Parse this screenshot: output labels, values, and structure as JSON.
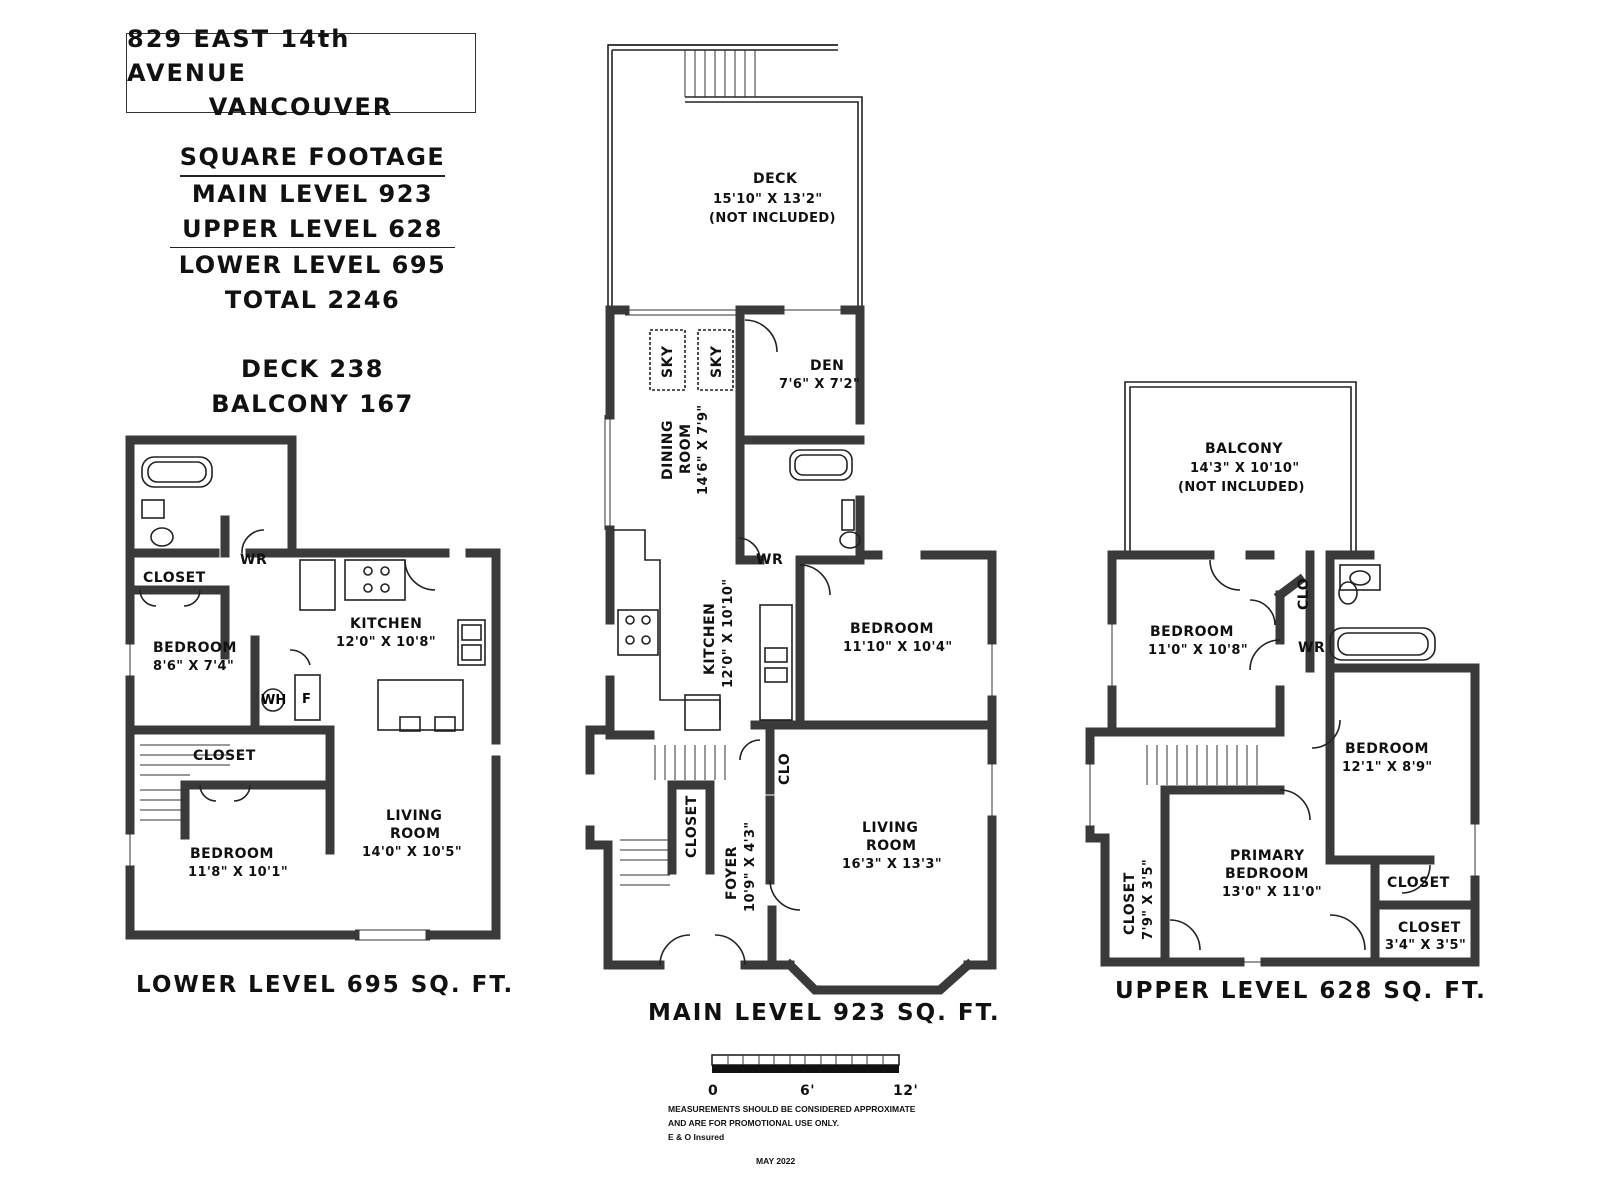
{
  "title": {
    "line1": "829 EAST 14th AVENUE",
    "line2": "VANCOUVER"
  },
  "square_footage": {
    "heading": "SQUARE FOOTAGE",
    "main": "MAIN LEVEL 923",
    "upper": "UPPER LEVEL 628",
    "lower": "LOWER LEVEL 695",
    "total": "TOTAL 2246",
    "deck": "DECK 238",
    "balcony": "BALCONY 167"
  },
  "lower_level": {
    "caption": "LOWER LEVEL 695 SQ. FT.",
    "closet_top": "CLOSET",
    "wr": "WR",
    "bedroom1": {
      "name": "BEDROOM",
      "dim": "8'6\" X 7'4\""
    },
    "kitchen": {
      "name": "KITCHEN",
      "dim": "12'0\" X 10'8\""
    },
    "wh": "WH",
    "f": "F",
    "closet_mid": "CLOSET",
    "living": {
      "name": "LIVING",
      "name2": "ROOM",
      "dim": "14'0\" X 10'5\""
    },
    "bedroom2": {
      "name": "BEDROOM",
      "dim": "11'8\" X 10'1\""
    }
  },
  "main_level": {
    "caption": "MAIN LEVEL 923 SQ. FT.",
    "deck": {
      "name": "DECK",
      "dim": "15'10\" X 13'2\"",
      "note": "(NOT INCLUDED)"
    },
    "sky1": "SKY",
    "sky2": "SKY",
    "den": {
      "name": "DEN",
      "dim": "7'6\" X 7'2\""
    },
    "dining": {
      "name": "DINING",
      "name2": "ROOM",
      "dim": "14'6\" X 7'9\""
    },
    "kitchen": {
      "name": "KITCHEN",
      "dim": "12'0\" X 10'10\""
    },
    "wr": "WR",
    "bedroom": {
      "name": "BEDROOM",
      "dim": "11'10\" X 10'4\""
    },
    "clo": "CLO",
    "closet": "CLOSET",
    "foyer": {
      "name": "FOYER",
      "dim": "10'9\" X 4'3\""
    },
    "living": {
      "name": "LIVING",
      "name2": "ROOM",
      "dim": "16'3\" X 13'3\""
    }
  },
  "upper_level": {
    "caption": "UPPER LEVEL 628 SQ. FT.",
    "balcony": {
      "name": "BALCONY",
      "dim": "14'3\" X 10'10\"",
      "note": "(NOT INCLUDED)"
    },
    "bedroom1": {
      "name": "BEDROOM",
      "dim": "11'0\" X 10'8\""
    },
    "clo": "CLO",
    "wr": "WR",
    "bedroom2": {
      "name": "BEDROOM",
      "dim": "12'1\" X 8'9\""
    },
    "primary": {
      "name": "PRIMARY",
      "name2": "BEDROOM",
      "dim": "13'0\" X 11'0\""
    },
    "closet_left": {
      "name": "CLOSET",
      "dim": "7'9\" X 3'5\""
    },
    "closet_right1": "CLOSET",
    "closet_right2": {
      "name": "CLOSET",
      "dim": "3'4\" X 3'5\""
    }
  },
  "scale": {
    "t0": "0",
    "t6": "6'",
    "t12": "12'"
  },
  "notes": {
    "line1": "MEASUREMENTS SHOULD BE CONSIDERED APPROXIMATE",
    "line2": "AND ARE FOR PROMOTIONAL USE ONLY.",
    "line3": "E & O Insured",
    "date": "MAY 2022"
  }
}
